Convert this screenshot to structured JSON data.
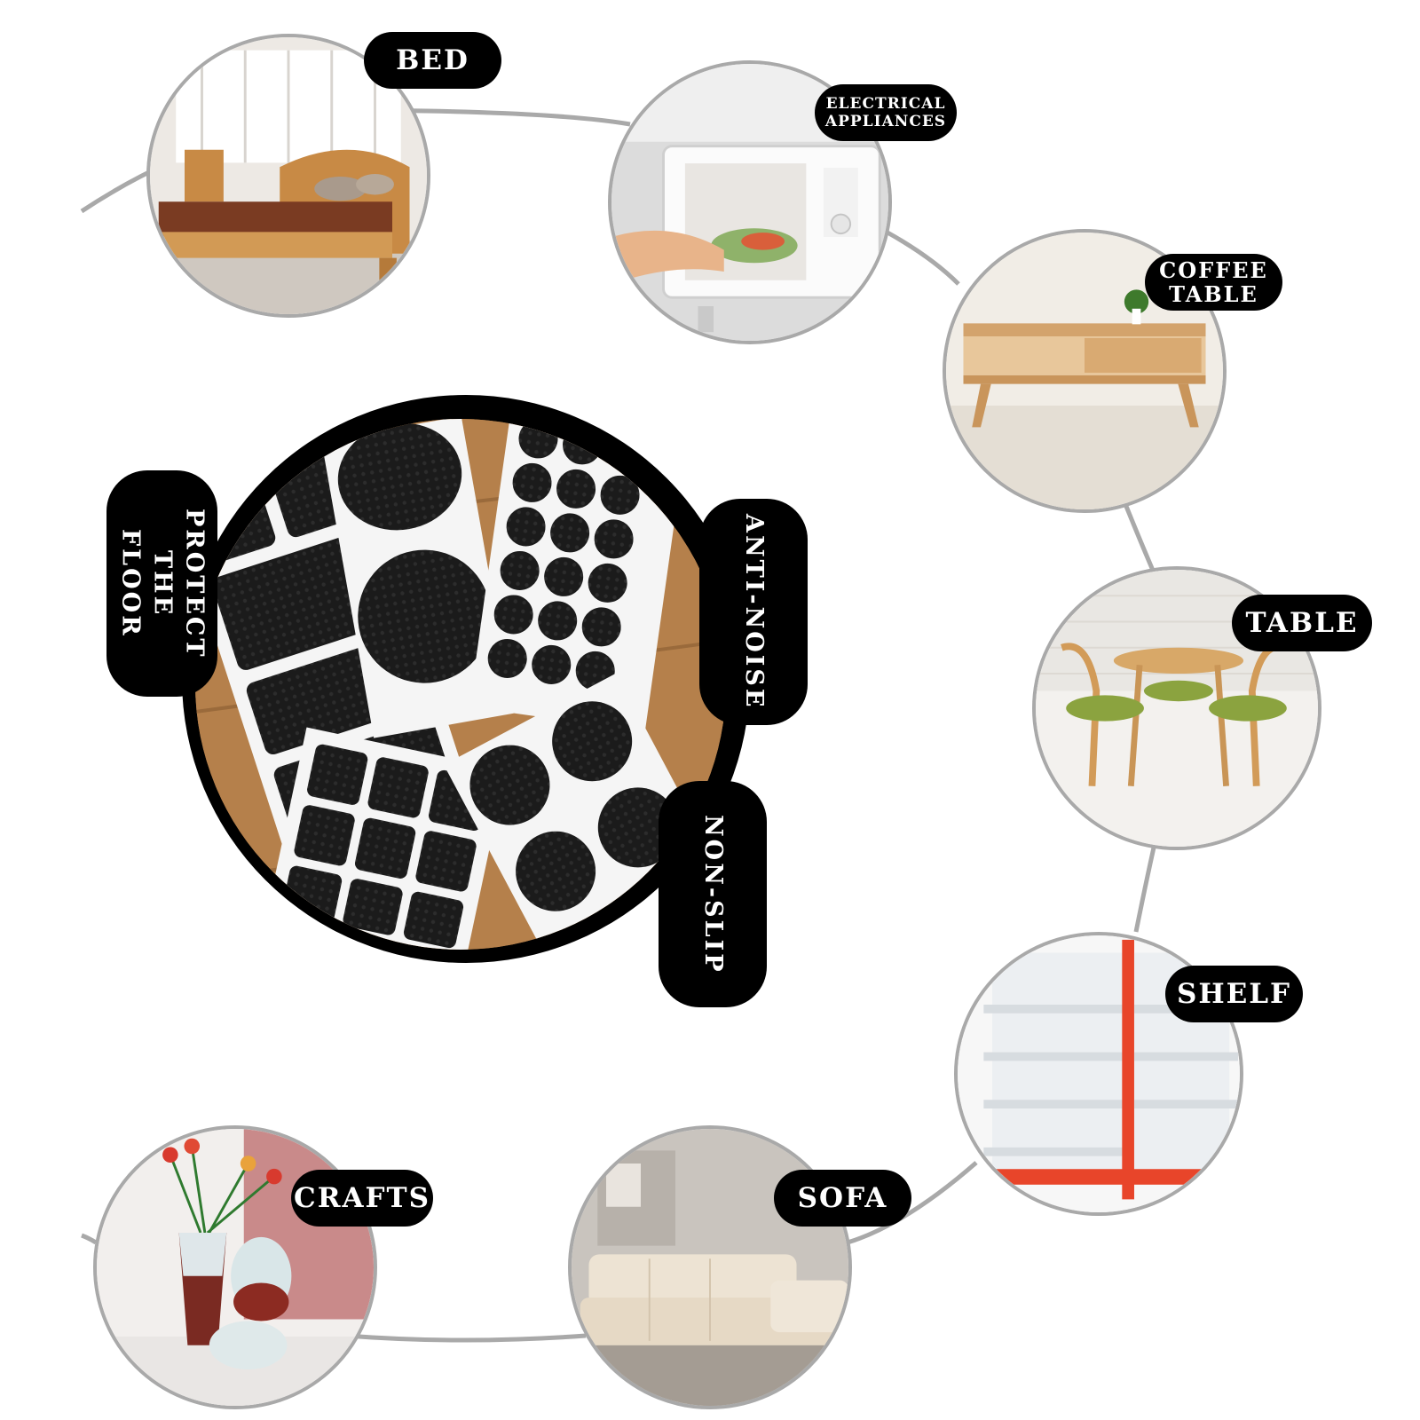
{
  "labels": {
    "bed": "BED",
    "electrical": "ELECTRICAL\nAPPLIANCES",
    "coffee_table": "COFFEE\nTABLE",
    "table": "TABLE",
    "shelf": "SHELF",
    "sofa": "SOFA",
    "crafts": "CRAFTS",
    "protect_floor": "PROTECT THE\nFLOOR",
    "anti_noise": "ANTI-NOISE",
    "non_slip": "NON-SLIP"
  },
  "colors": {
    "pill_bg": "#000000",
    "pill_text": "#ffffff",
    "connector": "#a9a9a9",
    "pad": "#1b1b1b",
    "wood_floor": "#b5804b",
    "shelf_accent": "#e8452a"
  },
  "icons": {
    "bed": "bed-photo",
    "electrical": "microwave-photo",
    "coffee_table": "coffee-table-photo",
    "table": "dining-table-photo",
    "shelf": "shelf-photo",
    "sofa": "sofa-photo",
    "crafts": "vases-photo",
    "main": "felt-pads-photo"
  }
}
